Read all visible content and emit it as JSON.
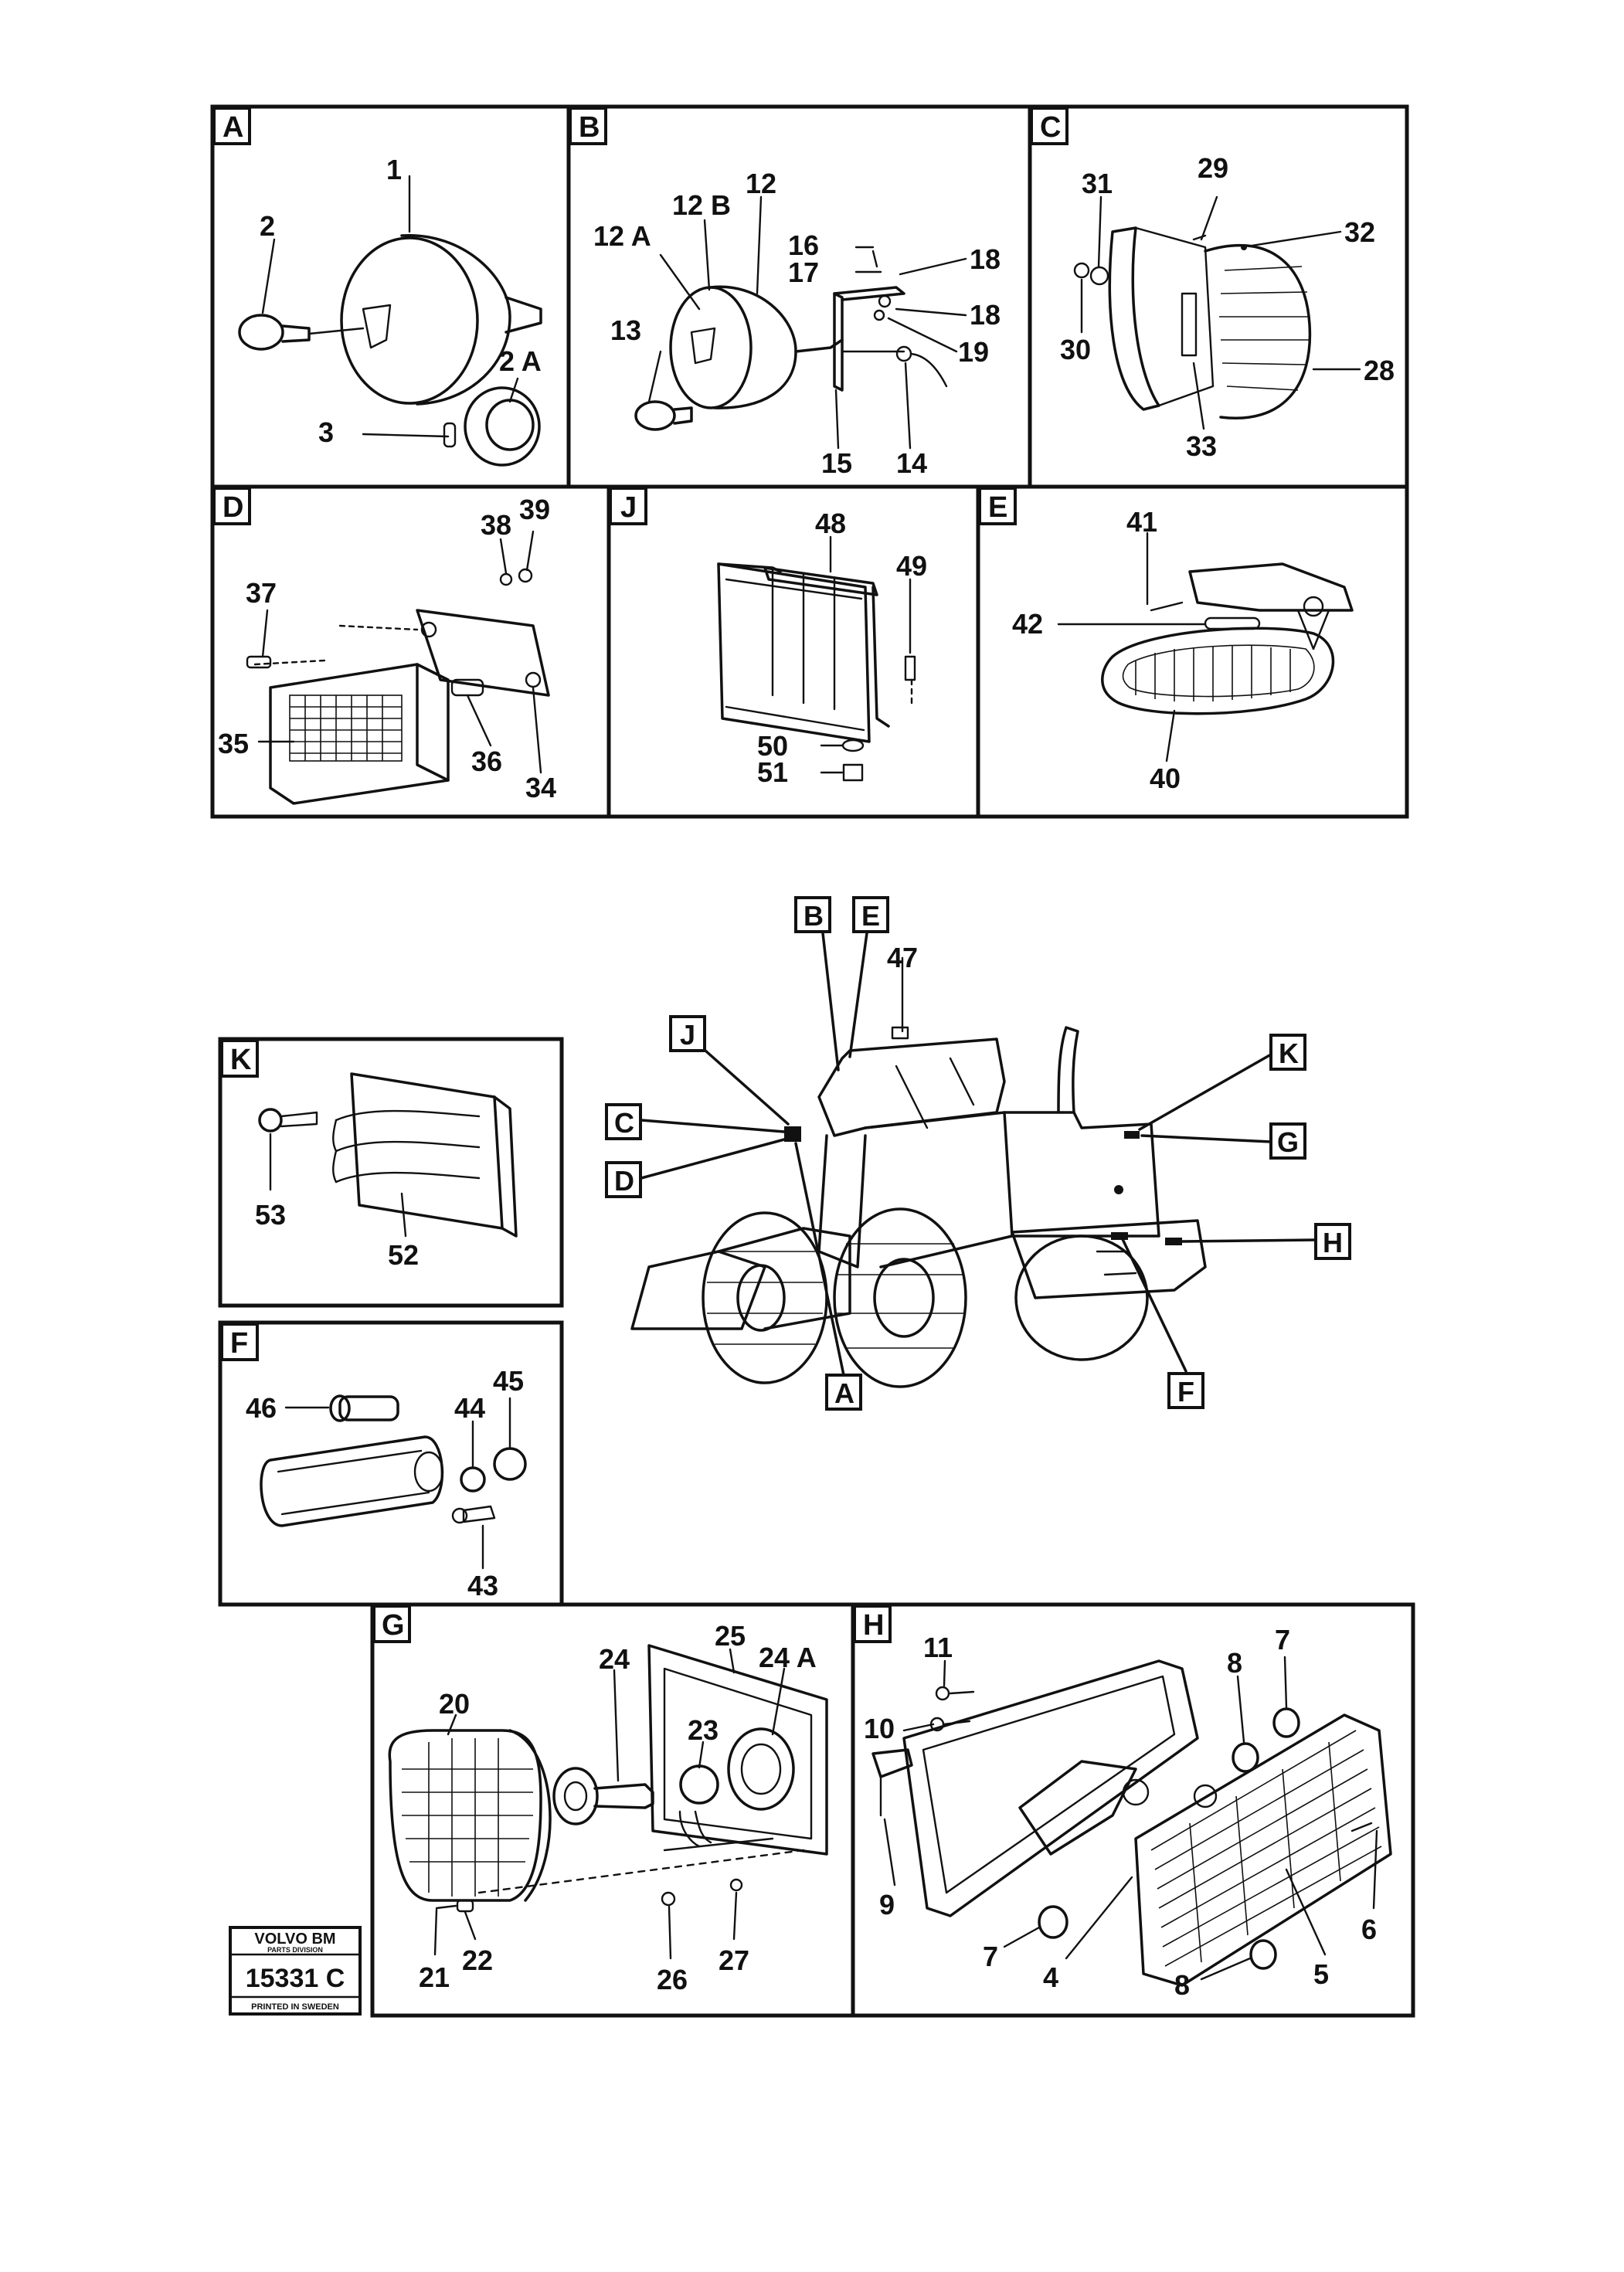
{
  "panels": {
    "A": {
      "letter": "A",
      "callouts": {
        "c1": "1",
        "c2": "2",
        "c2a": "2 A",
        "c3": "3"
      }
    },
    "B": {
      "letter": "B",
      "callouts": {
        "c12": "12",
        "c12a": "12 A",
        "c12b": "12 B",
        "c13": "13",
        "c14": "14",
        "c15": "15",
        "c16": "16",
        "c17": "17",
        "c18a": "18",
        "c18b": "18",
        "c19": "19"
      }
    },
    "C": {
      "letter": "C",
      "callouts": {
        "c28": "28",
        "c29": "29",
        "c30": "30",
        "c31": "31",
        "c32": "32",
        "c33": "33"
      }
    },
    "D": {
      "letter": "D",
      "callouts": {
        "c34": "34",
        "c35": "35",
        "c36": "36",
        "c37": "37",
        "c38": "38",
        "c39": "39"
      }
    },
    "J": {
      "letter": "J",
      "callouts": {
        "c48": "48",
        "c49": "49",
        "c50": "50",
        "c51": "51"
      }
    },
    "E": {
      "letter": "E",
      "callouts": {
        "c40": "40",
        "c41": "41",
        "c42": "42"
      }
    },
    "K": {
      "letter": "K",
      "callouts": {
        "c52": "52",
        "c53": "53"
      }
    },
    "F": {
      "letter": "F",
      "callouts": {
        "c43": "43",
        "c44": "44",
        "c45": "45",
        "c46": "46"
      }
    },
    "G": {
      "letter": "G",
      "callouts": {
        "c20": "20",
        "c21": "21",
        "c22": "22",
        "c23": "23",
        "c24": "24",
        "c24a": "24 A",
        "c25": "25",
        "c26": "26",
        "c27": "27"
      }
    },
    "H": {
      "letter": "H",
      "callouts": {
        "c4": "4",
        "c5": "5",
        "c6": "6",
        "c7a": "7",
        "c7b": "7",
        "c8a": "8",
        "c8b": "8",
        "c9": "9",
        "c10": "10",
        "c11": "11"
      }
    }
  },
  "machine": {
    "callout_47": "47",
    "markers": {
      "A": "A",
      "B": "B",
      "C": "C",
      "D": "D",
      "E": "E",
      "F": "F",
      "G": "G",
      "H": "H",
      "J": "J",
      "K": "K"
    }
  },
  "stamp": {
    "brand": "VOLVO BM",
    "division": "PARTS DIVISION",
    "number": "15331 C",
    "printed": "PRINTED IN SWEDEN"
  }
}
